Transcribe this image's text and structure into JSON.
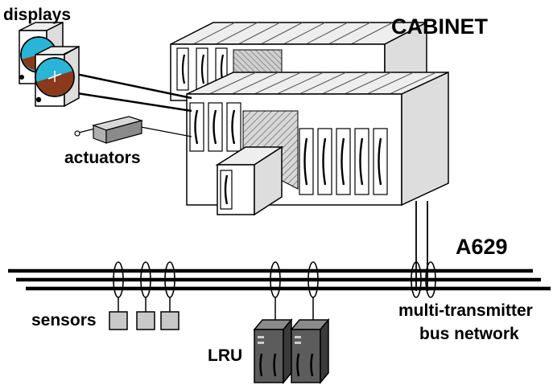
{
  "labels": {
    "displays": "displays",
    "cabinet": "CABINET",
    "actuators": "actuators",
    "bus_name": "A629",
    "sensors": "sensors",
    "lru": "LRU",
    "network_line1": "multi-transmitter",
    "network_line2": "bus network"
  },
  "icons": {
    "display": "display-gauge-icon",
    "actuator": "actuator-icon",
    "sensor": "sensor-icon",
    "lru": "lru-box-icon",
    "coupler": "bus-coupler-icon"
  },
  "colors": {
    "gauge_sky": "#2ab4d6",
    "gauge_ground": "#8a3a1a",
    "panel_gray": "#cfcfcf",
    "lru_dark": "#5c5c5c"
  }
}
